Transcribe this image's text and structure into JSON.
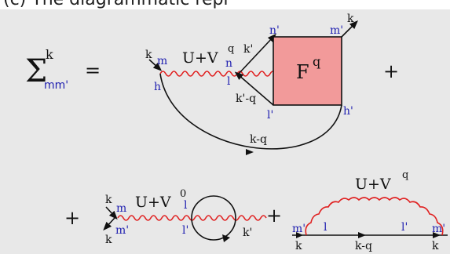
{
  "header_cutoff_text": "(c) The diagrammatic repr",
  "colors": {
    "background": "#e8e8e8",
    "interaction_line": "#e02020",
    "vertex_box_fill": "#f29a9a",
    "index_labels": "#1f1fb0",
    "propagator": "#111111"
  },
  "equation": {
    "lhs": {
      "symbol": "Σ",
      "superscript": "k",
      "subscript": "mm'"
    },
    "equals": "=",
    "term1": {
      "k_in": "k",
      "m": "m",
      "h": "h",
      "interaction": "U+V",
      "interaction_sup": "q",
      "n": "n",
      "l": "l",
      "k_prime": "k'",
      "k_prime_minus_q": "k'-q",
      "n_prime": "n'",
      "m_prime": "m'",
      "k_out": "k",
      "l_prime": "l'",
      "h_prime": "h'",
      "vertex": "F",
      "vertex_sup": "q",
      "k_minus_q": "k-q"
    },
    "plus1": "+",
    "plus2": "+",
    "term2": {
      "k_top": "k",
      "m": "m",
      "m_prime": "m'",
      "k_bottom": "k",
      "interaction": "U+V",
      "interaction_sup": "0",
      "l": "l",
      "l_prime": "l'",
      "k_prime": "k'"
    },
    "plus3": "+",
    "term3": {
      "interaction": "U+V",
      "interaction_sup": "q",
      "m_prime_left": "m'",
      "l": "l",
      "l_prime": "l'",
      "m_prime_right": "m'",
      "k_left": "k",
      "k_minus_q": "k-q",
      "k_right": "k"
    }
  }
}
